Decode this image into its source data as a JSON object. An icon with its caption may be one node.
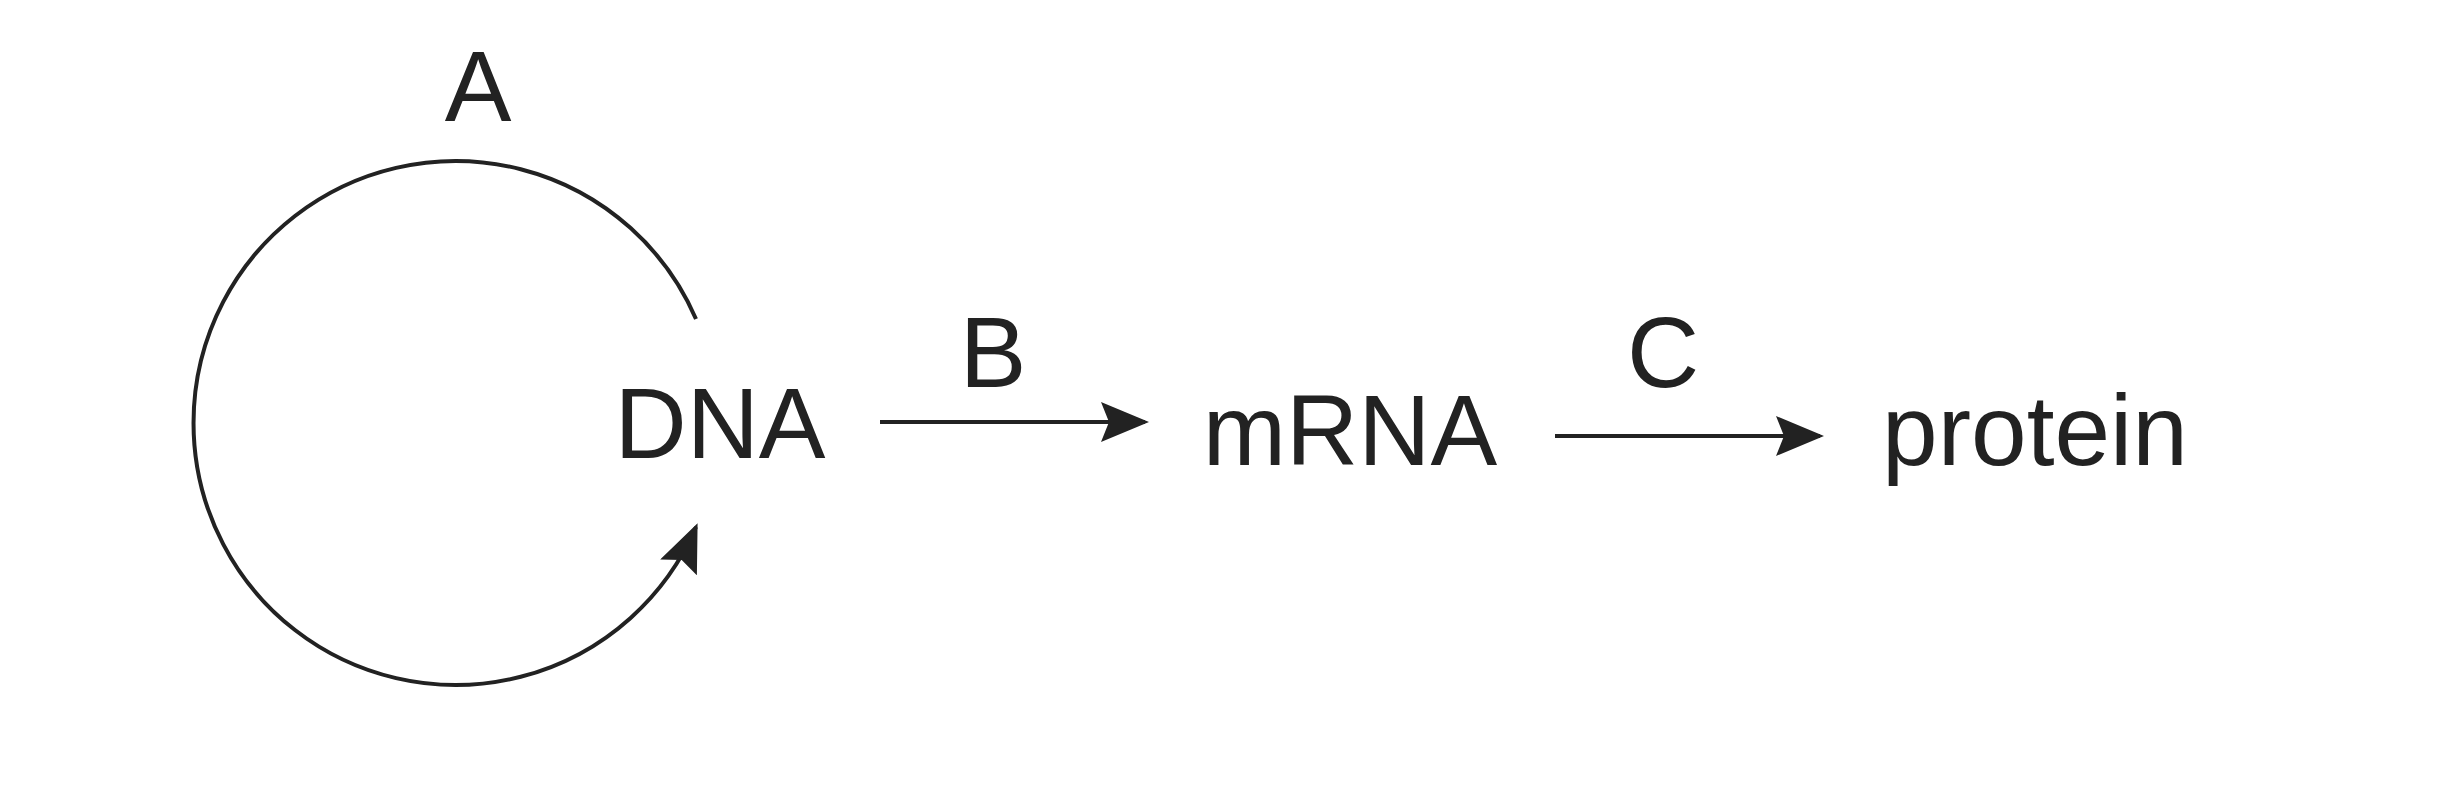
{
  "diagram": {
    "nodes": [
      {
        "text": [
          "DNA"
        ]
      },
      {
        "text": [
          "mRNA"
        ]
      },
      {
        "text": [
          "protein"
        ]
      }
    ],
    "edges": [
      {
        "from": 0,
        "to": 0,
        "arrow": "to",
        "label": "A"
      },
      {
        "from": 0,
        "to": 1,
        "arrow": "to",
        "label": "B"
      },
      {
        "from": 1,
        "to": 2,
        "arrow": "to",
        "label": "C"
      }
    ]
  }
}
